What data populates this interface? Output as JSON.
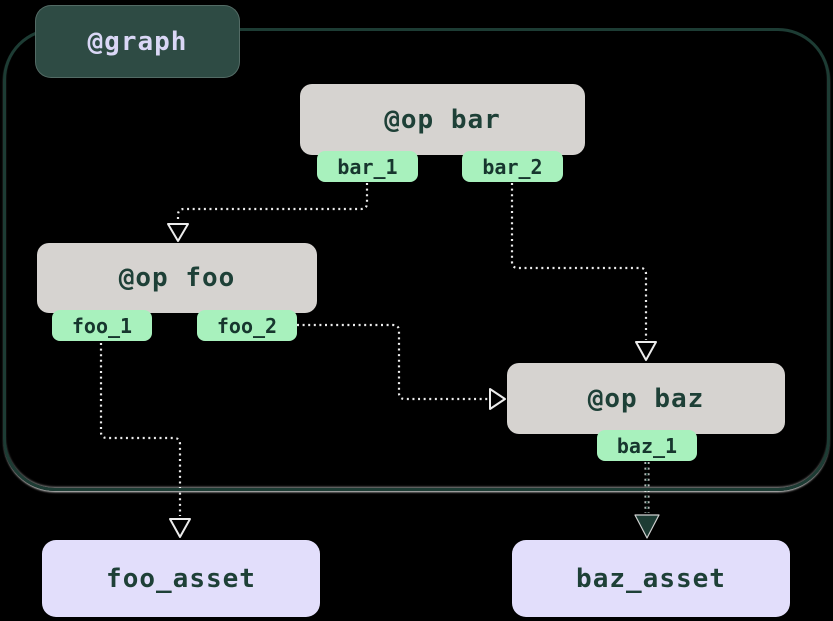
{
  "graph": {
    "label": "@graph"
  },
  "ops": [
    {
      "id": "bar",
      "label": "@op bar",
      "outputs": [
        "bar_1",
        "bar_2"
      ]
    },
    {
      "id": "foo",
      "label": "@op foo",
      "outputs": [
        "foo_1",
        "foo_2"
      ]
    },
    {
      "id": "baz",
      "label": "@op baz",
      "outputs": [
        "baz_1"
      ]
    }
  ],
  "assets": [
    {
      "label": "foo_asset"
    },
    {
      "label": "baz_asset"
    }
  ],
  "edges": [
    {
      "from": "bar_1",
      "to": "foo",
      "style": "dotted-light-open-arrow"
    },
    {
      "from": "bar_2",
      "to": "baz",
      "style": "dotted-light-open-arrow"
    },
    {
      "from": "foo_2",
      "to": "baz",
      "style": "dotted-light-open-arrow"
    },
    {
      "from": "foo_1",
      "to": "foo_asset",
      "style": "dotted-light-open-arrow"
    },
    {
      "from": "baz_1",
      "to": "baz_asset",
      "style": "dotted-dark-filled-arrow"
    }
  ],
  "colors": {
    "background": "#000000",
    "graph_border": "#1d3c34",
    "graph_label_bg": "#2e4b44",
    "graph_label_text": "#dad7f6",
    "op_bg": "#d6d3d0",
    "op_text": "#1e4037",
    "output_tab_bg": "#a8f1bd",
    "output_tab_text": "#17362e",
    "asset_bg": "#e2defb",
    "asset_text": "#1e4037",
    "edge_light": "#ececec",
    "edge_dark": "#1d3c34"
  }
}
